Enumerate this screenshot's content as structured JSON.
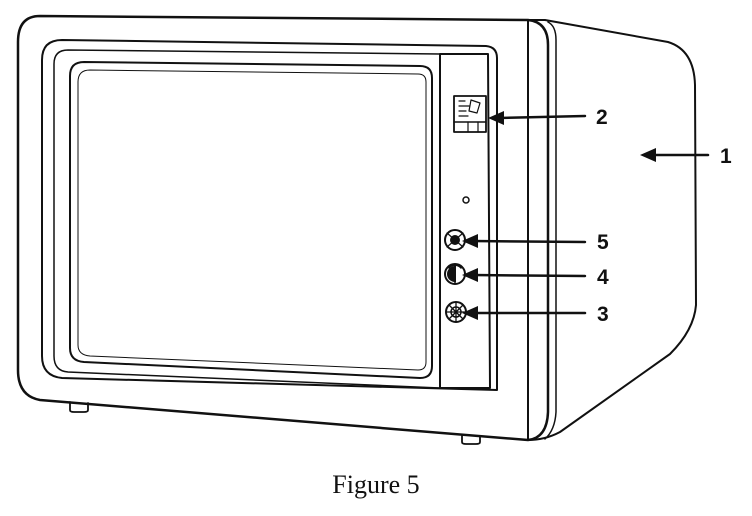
{
  "figure": {
    "caption": "Figure 5",
    "callouts": [
      {
        "number": "1",
        "part": "cabinet-side"
      },
      {
        "number": "2",
        "part": "front-label"
      },
      {
        "number": "3",
        "part": "knob-lower"
      },
      {
        "number": "4",
        "part": "knob-middle"
      },
      {
        "number": "5",
        "part": "knob-upper"
      }
    ]
  },
  "colors": {
    "ink": "#111111",
    "paper": "#ffffff"
  }
}
